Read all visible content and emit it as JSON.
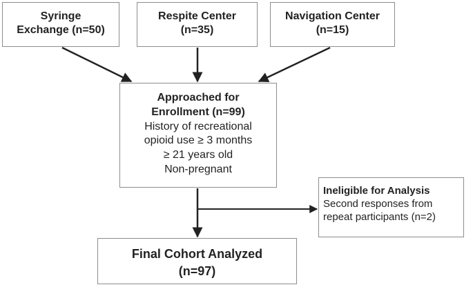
{
  "sources": {
    "syringe": {
      "line1": "Syringe",
      "line2": "Exchange (n=50)"
    },
    "respite": {
      "line1": "Respite Center",
      "line2": "(n=35)"
    },
    "navigation": {
      "line1": "Navigation Center",
      "line2": "(n=15)"
    }
  },
  "approached": {
    "title_line1": "Approached for",
    "title_line2": "Enrollment (n=99)",
    "criteria": [
      "History of recreational",
      "opioid use ≥ 3 months",
      "≥ 21 years old",
      "Non-pregnant"
    ]
  },
  "ineligible": {
    "title": "Ineligible for Analysis",
    "line1": "Second responses from",
    "line2": "repeat participants (n=2)"
  },
  "final": {
    "line1": "Final Cohort Analyzed",
    "line2": "(n=97)"
  },
  "colors": {
    "arrow": "#222222",
    "box_border": "#8c8c8c"
  }
}
